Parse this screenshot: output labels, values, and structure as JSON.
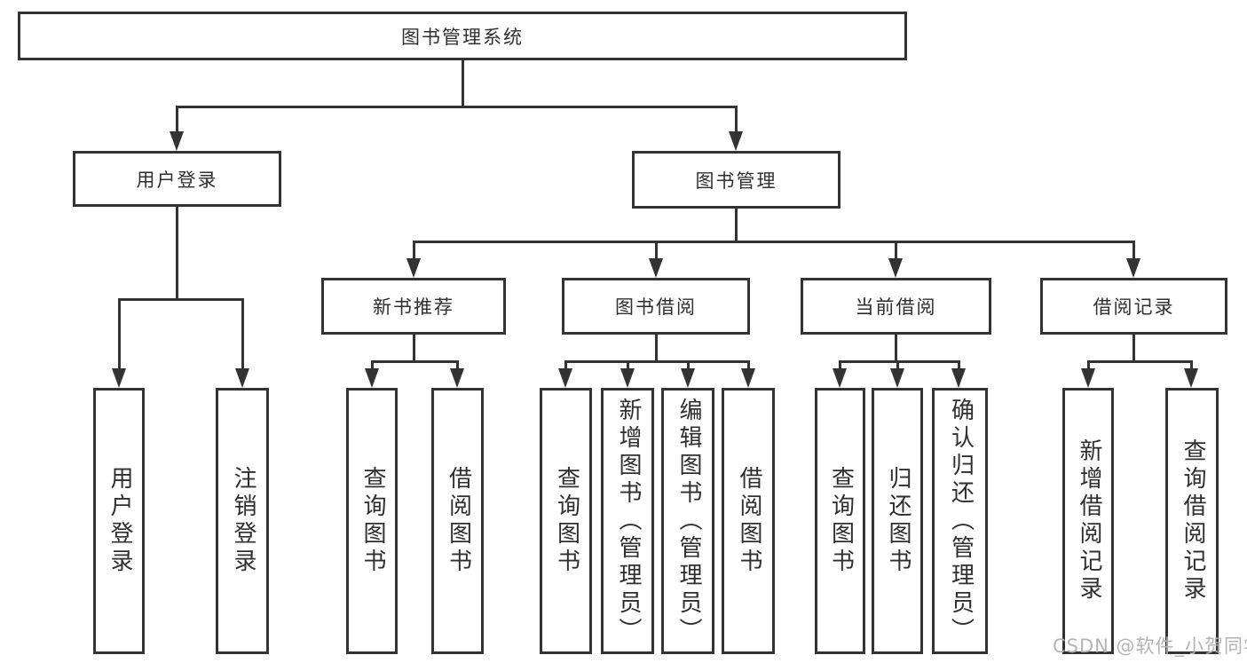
{
  "diagram": {
    "type": "tree-structure-diagram",
    "title": "图书管理系统",
    "colors": {
      "line": "#333333",
      "text": "#2f2f2f",
      "background": "#ffffff",
      "watermark": "#b4b4b4"
    }
  },
  "nodes": {
    "root": "图书管理系统",
    "user_login": "用户登录",
    "book_mgmt": "图书管理",
    "new_book_rec": "新书推荐",
    "book_borrow": "图书借阅",
    "current_borrow": "当前借阅",
    "borrow_records": "借阅记录",
    "leaf_user_login": "用户登录",
    "leaf_logout": "注销登录",
    "leaf_query_book_1": "查询图书",
    "leaf_borrow_book_1": "借阅图书",
    "leaf_query_book_2": "查询图书",
    "leaf_add_book": "新增图书（管理员）",
    "leaf_edit_book": "编辑图书（管理员）",
    "leaf_borrow_book_2": "借阅图书",
    "leaf_query_book_3": "查询图书",
    "leaf_return_book": "归还图书",
    "leaf_confirm_return": "确认归还（管理员）",
    "leaf_add_record": "新增借阅记录",
    "leaf_query_record": "查询借阅记录"
  },
  "hierarchy": {
    "label": "图书管理系统",
    "children": [
      {
        "label": "用户登录",
        "children": [
          {
            "label": "用户登录"
          },
          {
            "label": "注销登录"
          }
        ]
      },
      {
        "label": "图书管理",
        "children": [
          {
            "label": "新书推荐",
            "children": [
              {
                "label": "查询图书"
              },
              {
                "label": "借阅图书"
              }
            ]
          },
          {
            "label": "图书借阅",
            "children": [
              {
                "label": "查询图书"
              },
              {
                "label": "新增图书（管理员）"
              },
              {
                "label": "编辑图书（管理员）"
              },
              {
                "label": "借阅图书"
              }
            ]
          },
          {
            "label": "当前借阅",
            "children": [
              {
                "label": "查询图书"
              },
              {
                "label": "归还图书"
              },
              {
                "label": "确认归还（管理员）"
              }
            ]
          },
          {
            "label": "借阅记录",
            "children": [
              {
                "label": "新增借阅记录"
              },
              {
                "label": "查询借阅记录"
              }
            ]
          }
        ]
      }
    ]
  },
  "watermark": {
    "text": "CSDN @软件_小贺同学"
  }
}
